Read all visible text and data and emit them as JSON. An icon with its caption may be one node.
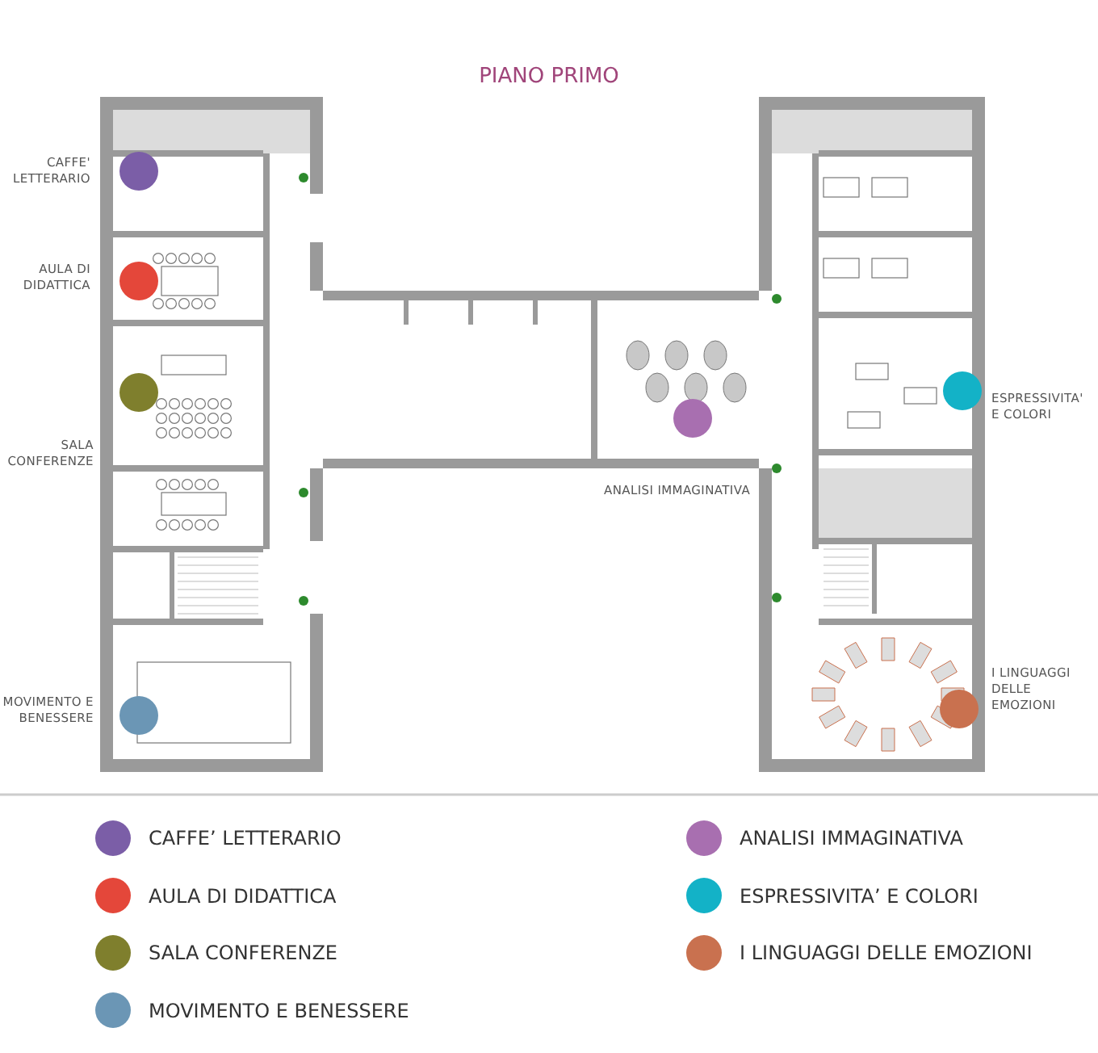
{
  "diagram": {
    "title": "PIANO PRIMO",
    "labels": [
      "CAFFE' LETTERARIO",
      "AULA DI DIDATTICA",
      "SALA CONFERENZE",
      "ESPRESSIVITA' E COLORI",
      "ANALISI IMMAGINATIVA",
      "MOVIMENTO E BENESSERE",
      "I LINGUAGGI DELLE EMOZIONI"
    ],
    "legend": [
      {
        "text": "CAFFE’ LETTERARIO",
        "color": "#7b5ea7"
      },
      {
        "text": "AULA DI DIDATTICA",
        "color": "#e4473a"
      },
      {
        "text": "SALA CONFERENZE",
        "color": "#7f7f2d"
      },
      {
        "text": "MOVIMENTO E BENESSERE",
        "color": "#6b96b5"
      },
      {
        "text": "ANALISI IMMAGINATIVA",
        "color": "#a86fb0"
      },
      {
        "text": "ESPRESSIVITA’ E COLORI",
        "color": "#13b2c7"
      },
      {
        "text": "I LINGUAGGI DELLE EMOZIONI",
        "color": "#c9714f"
      }
    ]
  }
}
